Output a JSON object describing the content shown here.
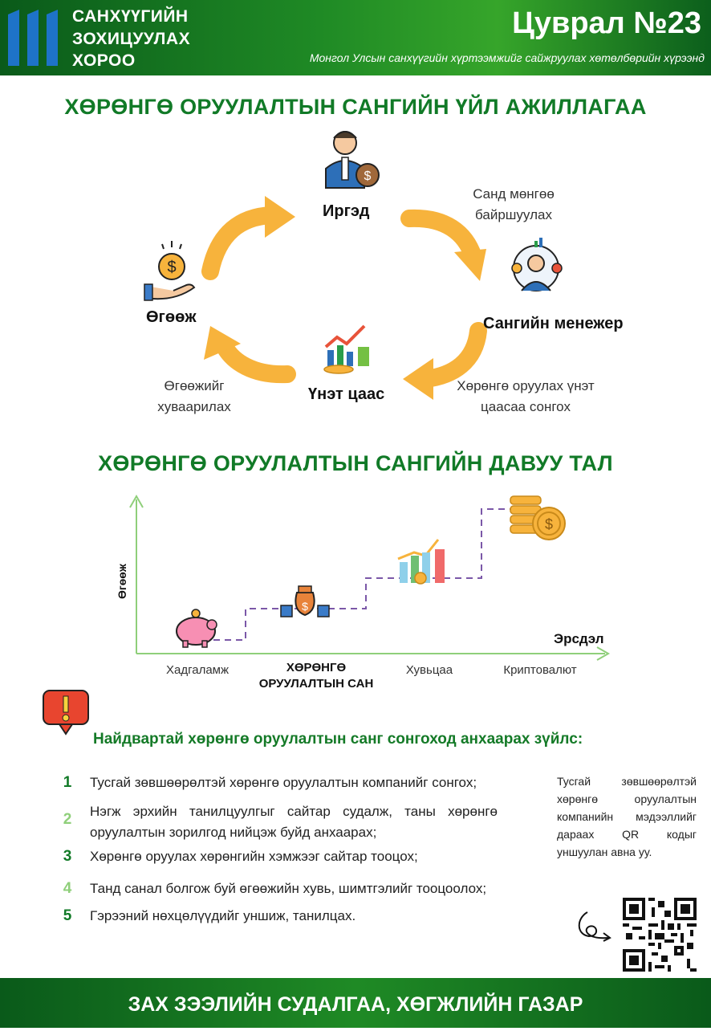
{
  "header": {
    "org_line1": "САНХҮҮГИЙН",
    "org_line2": "ЗОХИЦУУЛАХ",
    "org_line3": "ХОРОО",
    "series": "Цуврал №23",
    "subtitle": "Монгол Улсын санхүүгийн хүртээмжийг сайжруулах хөтөлбөрийн хүрээнд"
  },
  "cycle": {
    "title": "ХӨРӨНГӨ ОРУУЛАЛТЫН САНГИЙН ҮЙЛ АЖИЛЛАГАА",
    "citizens": "Иргэд",
    "manager": "Сангийн менежер",
    "securities": "Үнэт цаас",
    "return": "Өгөөж",
    "place_money_1": "Санд мөнгөө",
    "place_money_2": "байршуулах",
    "choose_sec_1": "Хөрөнгө оруулах үнэт",
    "choose_sec_2": "цаасаа сонгох",
    "distribute_1": "Өгөөжийг",
    "distribute_2": "хуваарилах"
  },
  "advantage": {
    "title": "ХӨРӨНГӨ ОРУУЛАЛТЫН САНГИЙН ДАВУУ ТАЛ",
    "y_label": "Өгөөж",
    "x_label": "Эрсдэл",
    "cat_savings": "Хадгаламж",
    "cat_fund_1": "ХӨРӨНГӨ",
    "cat_fund_2": "ОРУУЛАЛТЫН САН",
    "cat_stocks": "Хувьцаа",
    "cat_crypto": "Криптовалют"
  },
  "checklist": {
    "title": "Найдвартай хөрөнгө оруулалтын санг сонгоход анхаарах зүйлс:",
    "items": [
      {
        "num": "1",
        "text": "Тусгай зөвшөөрөлтэй хөрөнгө оруулалтын компанийг сонгох;"
      },
      {
        "num": "2",
        "text": "Нэгж эрхийн танилцуулгыг сайтар судалж, таны хөрөнгө оруулалтын зорилгод нийцэж буйд анхаарах;"
      },
      {
        "num": "3",
        "text": "Хөрөнгө оруулах хөрөнгийн хэмжээг сайтар тооцох;"
      },
      {
        "num": "4",
        "text": "Танд санал болгож буй өгөөжийн хувь, шимтгэлийг тооцоолох;"
      },
      {
        "num": "5",
        "text": "Гэрээний нөхцөлүүдийг уншиж, танилцах."
      }
    ],
    "qr_note": "Тусгай зөвшөөрөлтэй хөрөнгө оруулалтын компанийн мэдээллийг дараах QR кодыг уншуулан авна уу."
  },
  "footer": {
    "text": "ЗАХ ЗЭЭЛИЙН СУДАЛГАА, ХӨГЖЛИЙН ГАЗАР"
  },
  "colors": {
    "green": "#117a27",
    "light_green": "#8fcf7a",
    "arrow_orange": "#f7b33c",
    "dashed_purple": "#7b58a8"
  }
}
